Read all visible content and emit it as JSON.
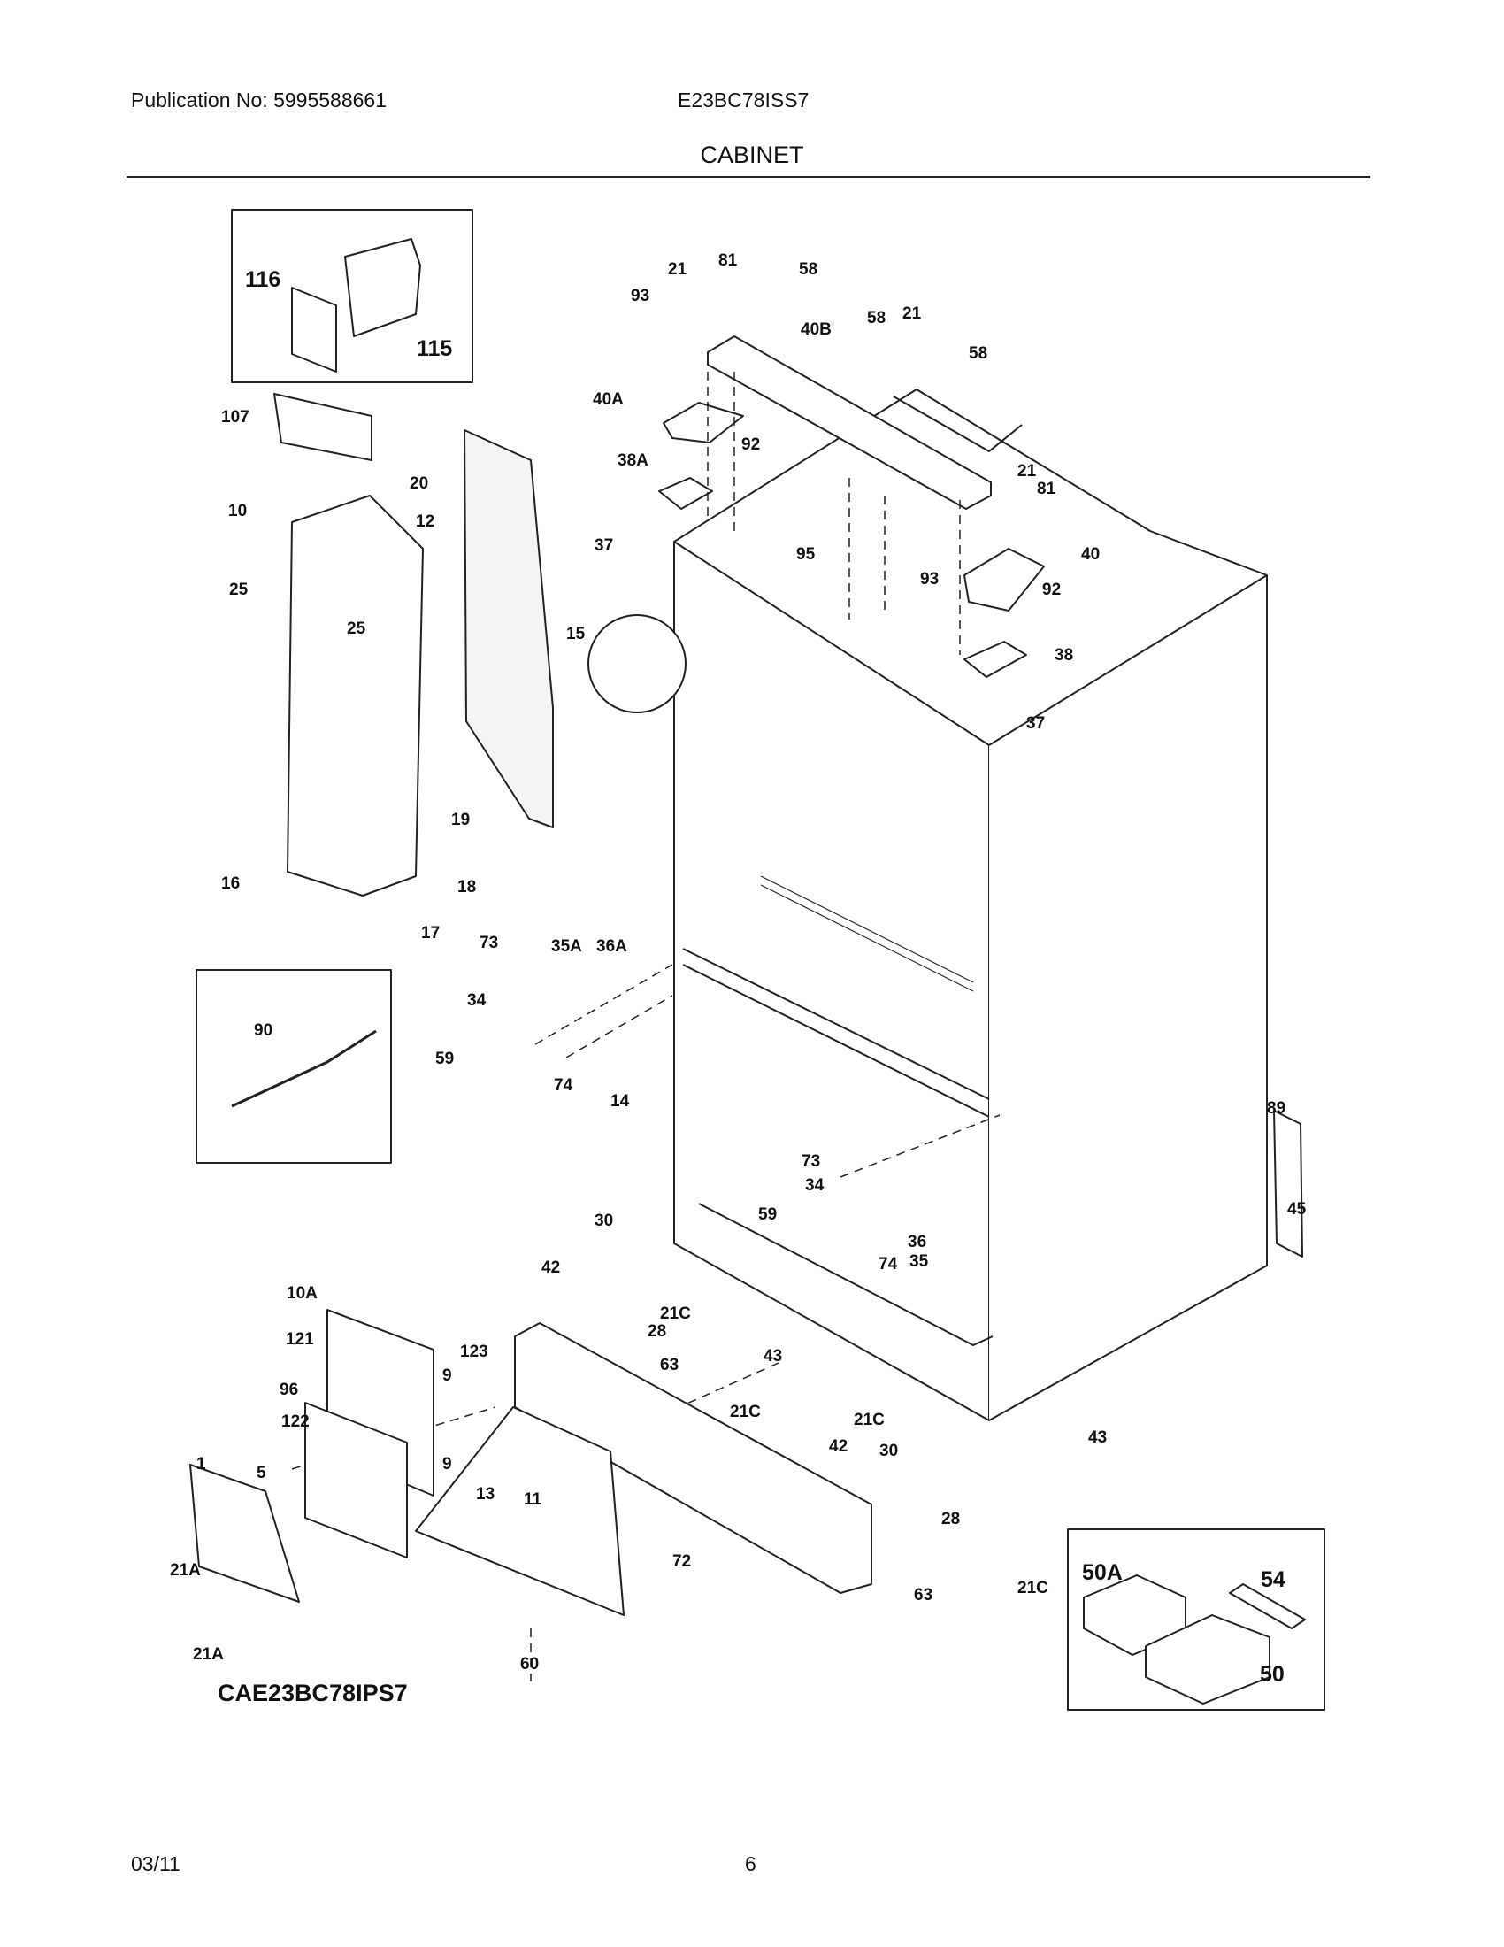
{
  "header": {
    "publication": "Publication No: 5995588661",
    "model_number": "E23BC78ISS7",
    "section_title": "CABINET"
  },
  "diagram": {
    "part_labels": [
      "21",
      "81",
      "58",
      "93",
      "40B",
      "58",
      "21",
      "58",
      "40A",
      "92",
      "38A",
      "21",
      "81",
      "95",
      "37",
      "93",
      "40",
      "92",
      "38",
      "37",
      "15",
      "107",
      "20",
      "10",
      "12",
      "25",
      "25",
      "19",
      "16",
      "18",
      "17",
      "73",
      "35A",
      "36A",
      "34",
      "59",
      "74",
      "14",
      "90",
      "89",
      "45",
      "73",
      "34",
      "59",
      "36",
      "74",
      "35",
      "30",
      "42",
      "21C",
      "28",
      "63",
      "43",
      "21C",
      "10A",
      "121",
      "123",
      "96",
      "9",
      "122",
      "1",
      "5",
      "9",
      "13",
      "11",
      "72",
      "21C",
      "42",
      "30",
      "43",
      "28",
      "63",
      "21C",
      "21A",
      "21A",
      "60",
      "116",
      "115",
      "50A",
      "54",
      "50"
    ]
  },
  "model_code": "CAE23BC78IPS7",
  "footer": {
    "date": "03/11",
    "page_number": "6"
  }
}
